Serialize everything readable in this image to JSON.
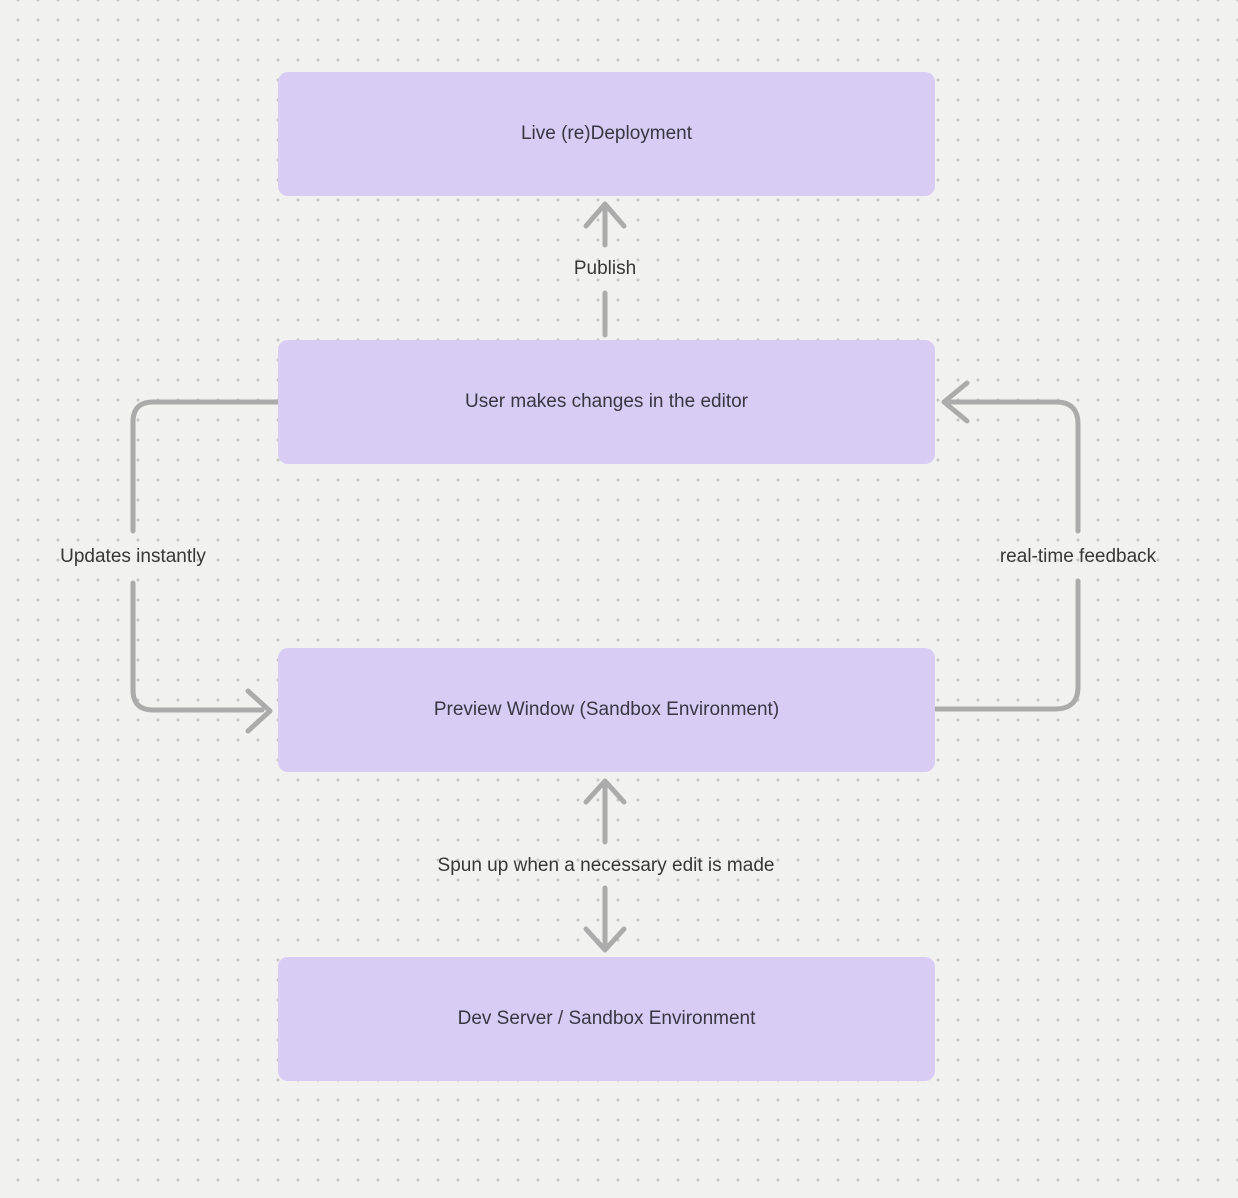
{
  "canvas": {
    "background": "#f1f1ef",
    "dot_color": "#c6c6c4",
    "node_fill": "#d8ccf5",
    "node_text_color": "#3a3542",
    "connector_color": "#ababab",
    "label_text_color": "#373737"
  },
  "nodes": [
    {
      "id": "live-redeployment",
      "label": "Live (re)Deployment"
    },
    {
      "id": "user-changes",
      "label": "User makes changes in the editor"
    },
    {
      "id": "preview-window",
      "label": "Preview Window (Sandbox Environment)"
    },
    {
      "id": "dev-server",
      "label": "Dev Server / Sandbox Environment"
    }
  ],
  "edges": [
    {
      "id": "publish",
      "label": "Publish",
      "from": "user-changes",
      "to": "live-redeployment",
      "direction": "up"
    },
    {
      "id": "updates-instantly",
      "label": "Updates instantly",
      "from": "user-changes",
      "to": "preview-window",
      "direction": "down-left-side"
    },
    {
      "id": "realtime-feedback",
      "label": "real-time feedback",
      "from": "preview-window",
      "to": "user-changes",
      "direction": "up-right-side"
    },
    {
      "id": "spun-up",
      "label": "Spun up when a necessary edit is made",
      "from": "preview-window",
      "to": "dev-server",
      "direction": "both"
    }
  ]
}
